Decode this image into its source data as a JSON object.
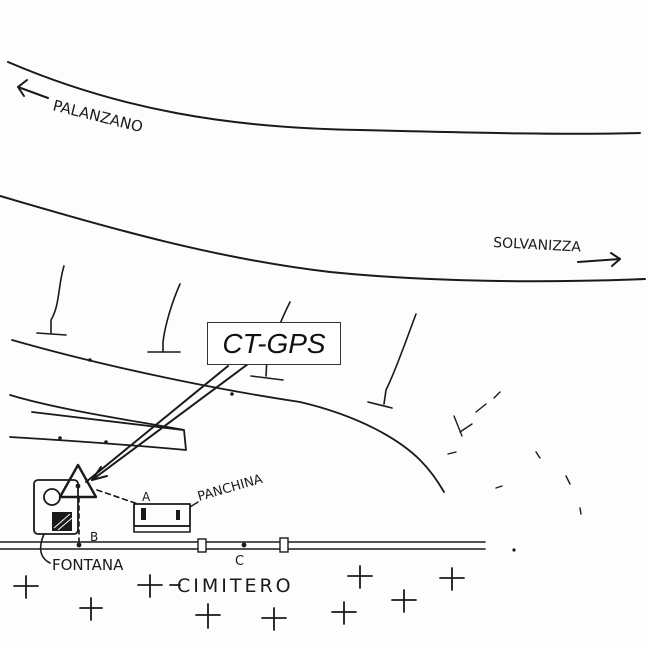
{
  "labels": {
    "palanzano": "PALANZANO",
    "solvanizza": "SOLVANIZZA",
    "station": "CT-GPS",
    "panchina": "PANCHINA",
    "fontana": "FONTANA",
    "cimitero": "CIMITERO",
    "point_a": "A",
    "point_b": "B",
    "point_c": "C"
  }
}
